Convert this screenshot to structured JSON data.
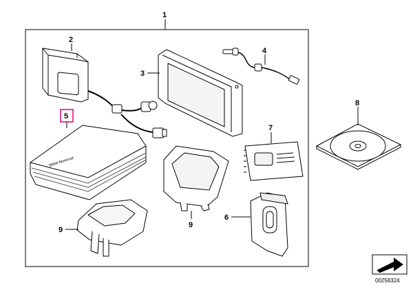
{
  "callouts": {
    "kit": "1",
    "charging_cradle": "2",
    "navigation_unit": "3",
    "usb_cable": "4",
    "carry_case": "5",
    "mount_holder": "6",
    "user_manual": "7",
    "software_cd": "8",
    "mount_base": "9",
    "mount_adapter": "9"
  },
  "diagram_id": "00258324",
  "case_logo": "BMW Motorrad",
  "colors": {
    "highlight": "#e0007a",
    "line": "#000000"
  },
  "icons": {
    "nav_arrow": "arrow-icon"
  }
}
